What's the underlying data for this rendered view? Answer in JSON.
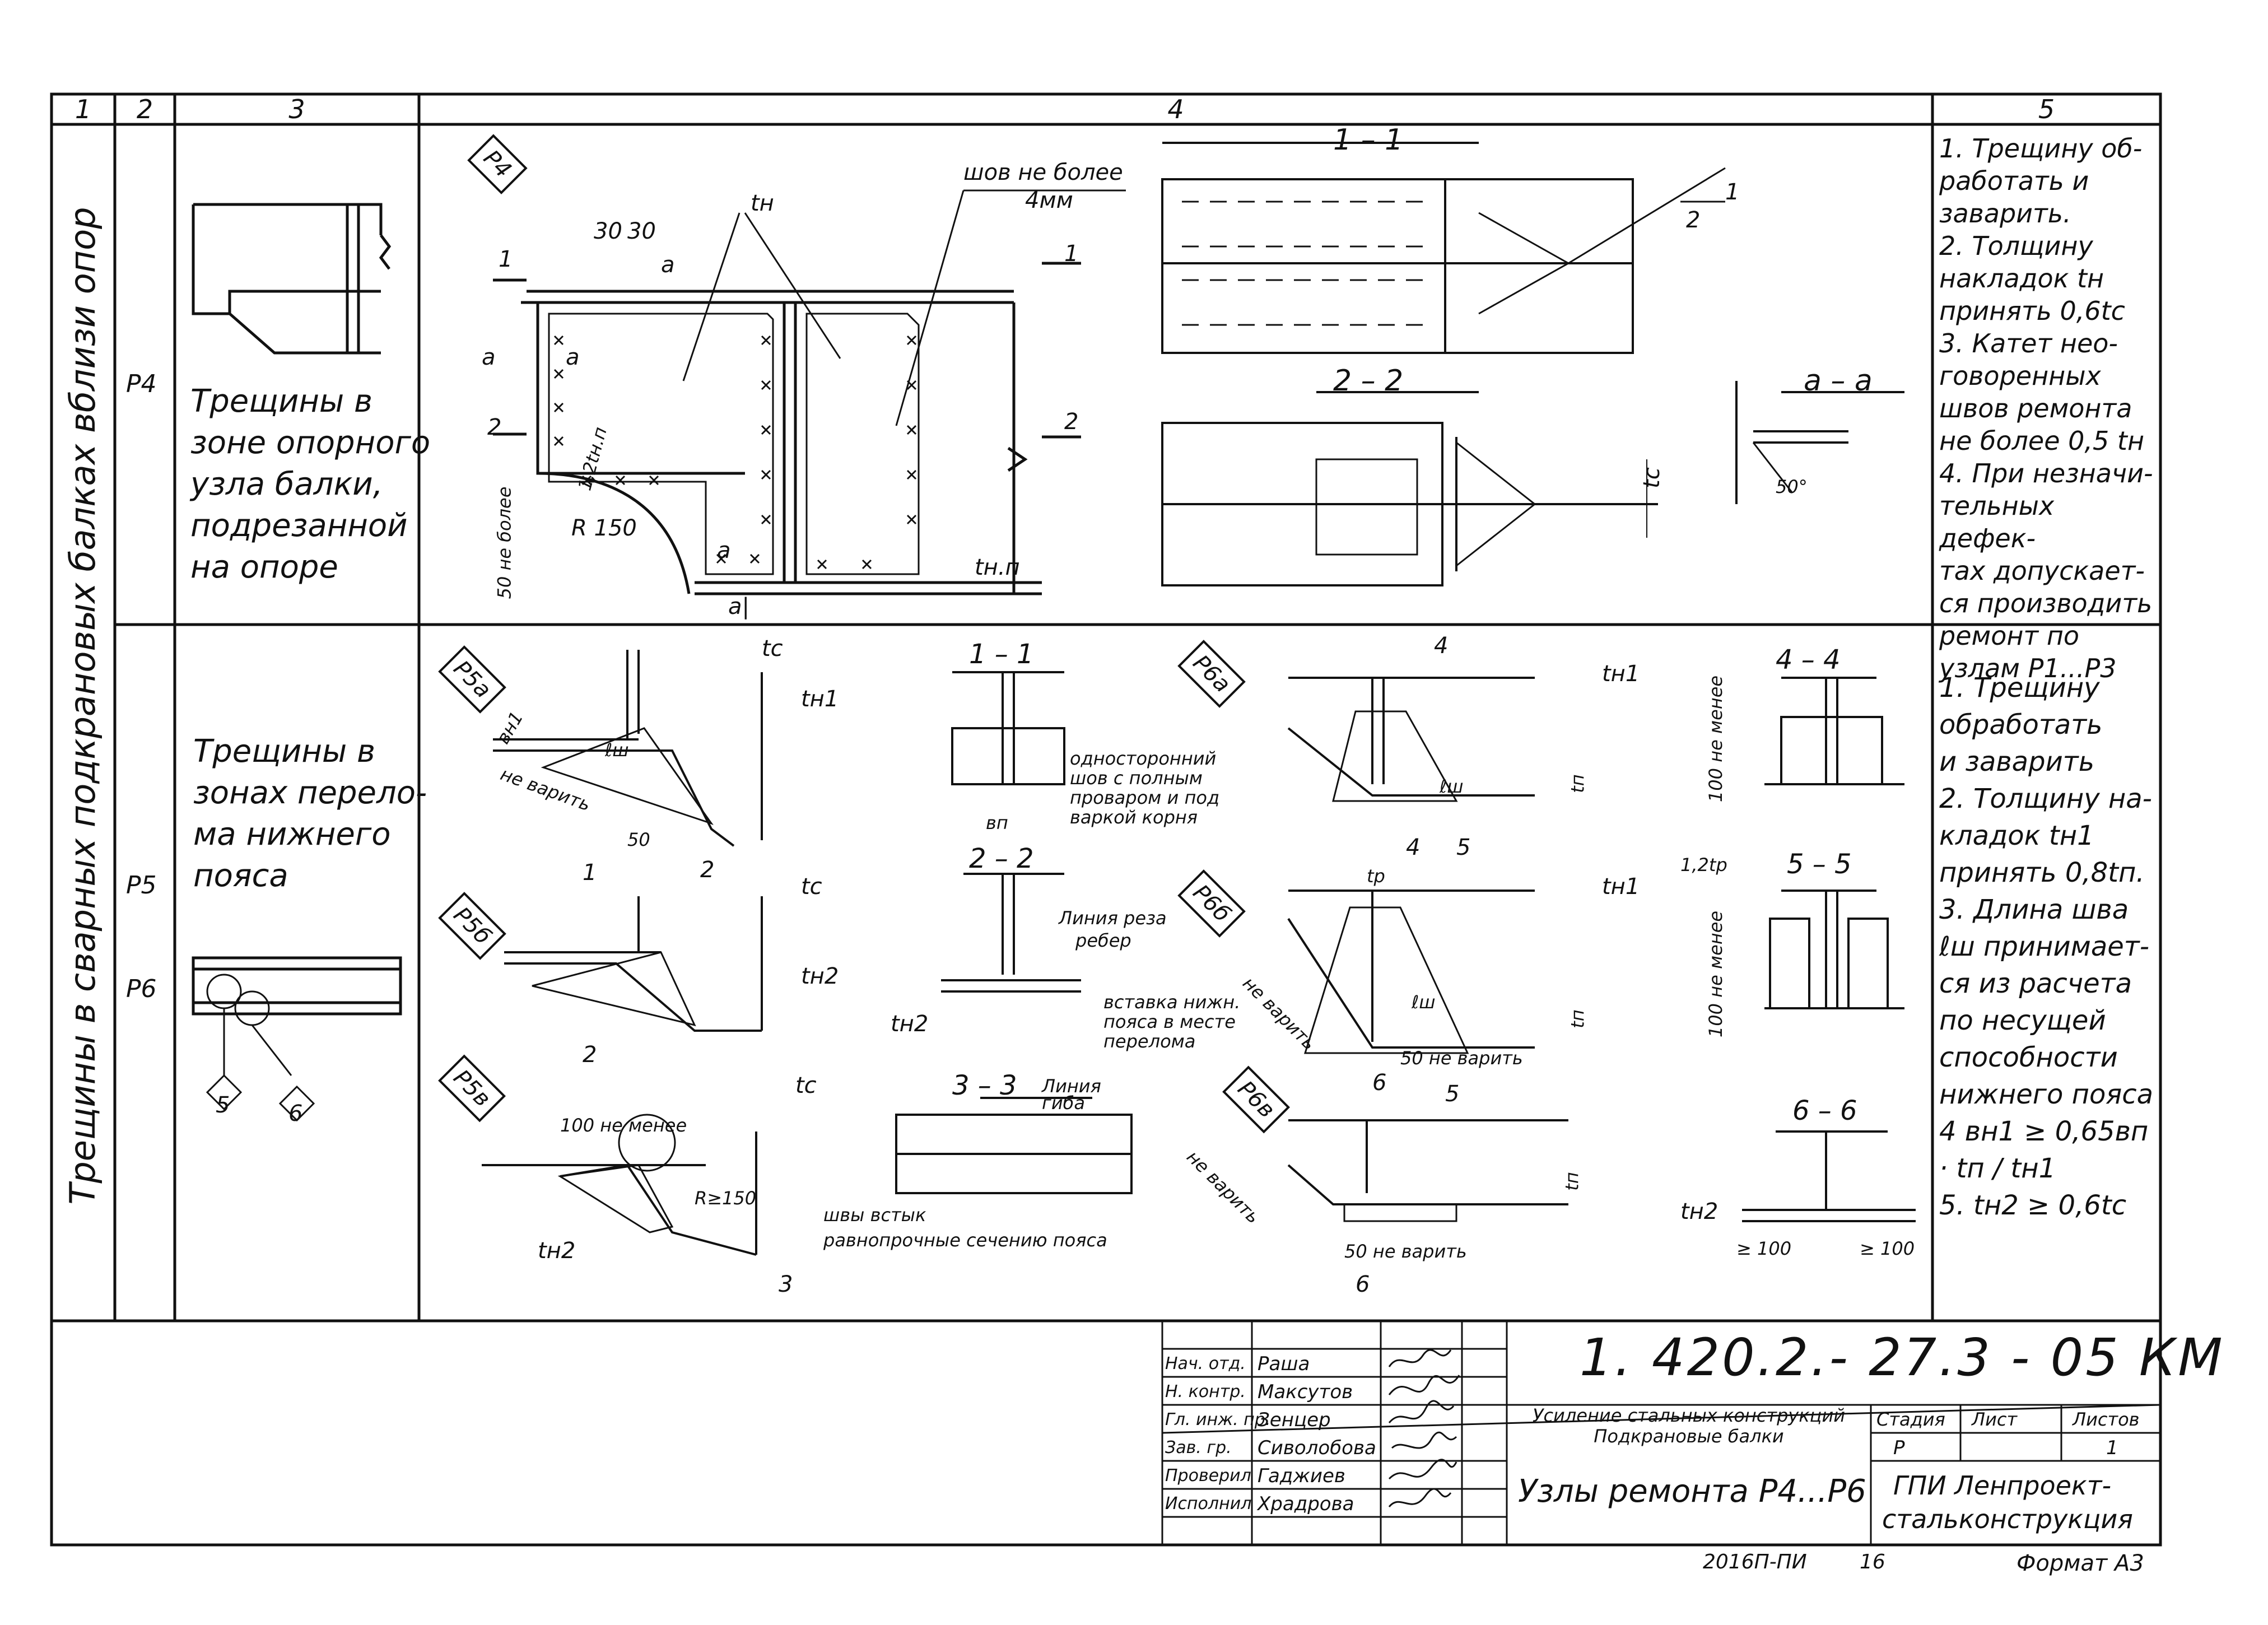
{
  "header": {
    "col1": "1",
    "col2": "2",
    "col3": "3",
    "col4": "4",
    "col5": "5"
  },
  "vertical_label": "Трещины в сварных подкрановых балках вблизи опор",
  "rows": [
    {
      "codes": [
        "Р4"
      ],
      "description": [
        "Трещины в",
        "зоне опорного",
        "узла балки,",
        "подрезанной",
        "на опоре"
      ],
      "notes": [
        "1. Трещину об-",
        "работать и",
        "заварить.",
        "2. Толщину",
        "накладок tн",
        "принять 0,6tc",
        "3. Катет нео-",
        "говоренных",
        "швов ремонта",
        "не более 0,5 tн",
        "4. При незначи-",
        "тельных дефек-",
        "тах допускает-",
        "ся производить",
        "ремонт по",
        "узлам Р1...Р3"
      ]
    },
    {
      "codes": [
        "Р5",
        "Р6"
      ],
      "description": [
        "Трещины в",
        "зонах перело-",
        "ма нижнего",
        "пояса"
      ],
      "notes": [
        "1. Трещину",
        "обработать",
        "и заварить",
        "2. Толщину на-",
        "кладок tн1",
        "принять 0,8tп.",
        "3. Длина шва",
        "ℓш принимает-",
        "ся из расчета",
        "по несущей",
        "способности",
        "нижнего пояса",
        "4  вн1 ≥ 0,65вп · tп / tн1",
        "5. tн2 ≥ 0,6tc"
      ]
    }
  ],
  "drawing_labels": {
    "p4": "Р4",
    "seam_max": "шов не более",
    "seam_4mm": "4мм",
    "tn": "tн",
    "tnp": "tн.п",
    "r150": "R 150",
    "not_more_50": "50 не более",
    "a": "а",
    "a1": "а|",
    "sec11": "1 – 1",
    "sec22": "2 – 2",
    "secaa": "а – а",
    "tc": "tc",
    "deg50": "50°",
    "n1": "1",
    "n2": "2",
    "n3": "3",
    "n30": "30",
    "n5": "5",
    "n6": "6",
    "p5a": "Р5а",
    "p5b": "Р5б",
    "p5v": "Р5в",
    "p6a": "Р6а",
    "p6b": "Р6б",
    "p6v": "Р6в",
    "tn1": "tн1",
    "tn2": "tн2",
    "bn1": "вн1",
    "lsh": "ℓш",
    "no_weld": "не варить",
    "n50": "50",
    "one_side": "односторонний",
    "full_pen": "шов с полным",
    "proparom": "проваром и под",
    "root": "варкой корня",
    "cut_line": "Линия реза",
    "rib": "ребер",
    "insert1": "вставка нижн.",
    "insert2": "пояса в месте",
    "insert3": "перелома",
    "bend1": "Линия",
    "bend2": "гиба",
    "butt1": "швы встык",
    "butt2": "равнопрочные сечению пояса",
    "sec44": "4 – 4",
    "sec55": "5 – 5",
    "sec66": "6 – 6",
    "sec33": "3 – 3",
    "min100": "100 не менее",
    "tp12": "1,2tp",
    "tp": "tp",
    "tn_small": "tп",
    "bp": "вп",
    "r_ge150": "R≥150",
    "no_weld_50": "50 не варить",
    "ge100": "≥ 100",
    "n4": "4"
  },
  "title_block": {
    "doc_code": "1. 420.2.- 27.3 - 05 КМ",
    "roles": [
      {
        "role": "Нач. отд.",
        "name": "Раша"
      },
      {
        "role": "Н. контр.",
        "name": "Максутов"
      },
      {
        "role": "Гл. инж. пр.",
        "name": "Зенцер"
      },
      {
        "role": "Зав. гр.",
        "name": "Сиволобова"
      },
      {
        "role": "Проверил",
        "name": "Гаджиев"
      },
      {
        "role": "Исполнил",
        "name": "Храдрова"
      }
    ],
    "subject1": "Усиление стальных конструкций",
    "subject2": "Подкрановые балки",
    "sheet_title": "Узлы ремонта Р4...Р6",
    "stage_label": "Стадия",
    "sheet_label": "Лист",
    "sheets_label": "Листов",
    "stage": "Р",
    "sheet": "",
    "sheets": "1",
    "org1": "ГПИ Ленпроект-",
    "org2": "стальконструкция"
  },
  "footer": {
    "inv": "2016П-ПИ",
    "page": "16",
    "format": "Формат А3"
  }
}
